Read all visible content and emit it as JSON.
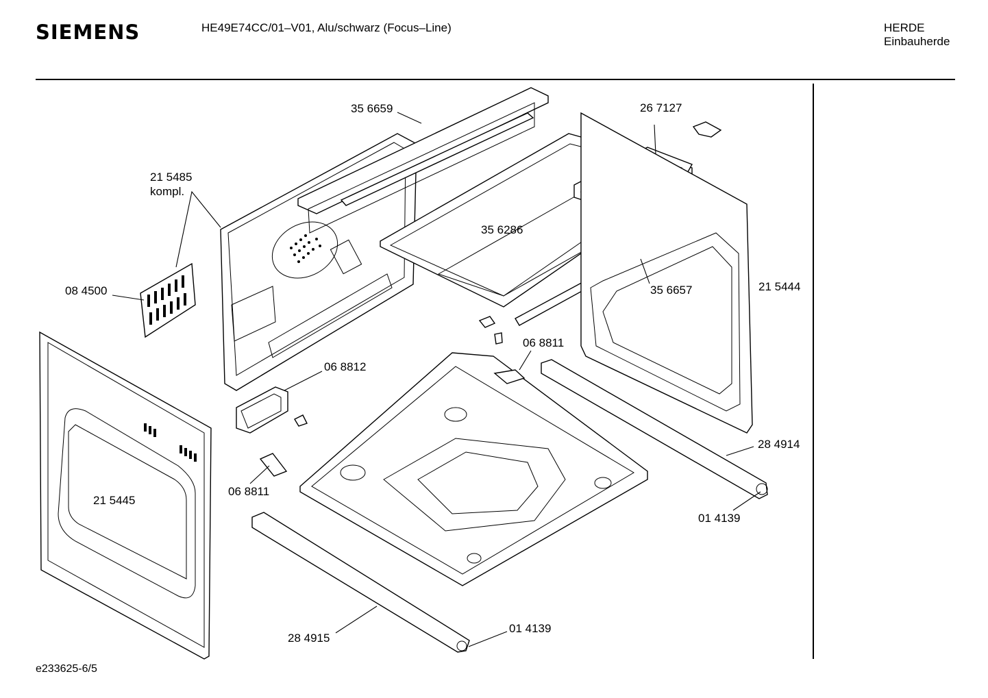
{
  "header": {
    "brand": "SIEMENS",
    "model": "HE49E74CC/01–V01, Alu/schwarz (Focus–Line)",
    "category": "HERDE",
    "subcategory": "Einbauherde"
  },
  "footer": {
    "doc_id": "e233625-6/5"
  },
  "labels": {
    "p356659": "35 6659",
    "p267127": "26 7127",
    "p215485": "21 5485",
    "kompl": "kompl.",
    "p084500": "08 4500",
    "p356286": "35 6286",
    "p356657": "35 6657",
    "p215444": "21 5444",
    "p068811a": "06 8811",
    "p068812": "06 8812",
    "p068811b": "06 8811",
    "p284914": "28 4914",
    "p215445": "21 5445",
    "p014139a": "01 4139",
    "p284915": "28 4915",
    "p014139b": "01 4139"
  }
}
